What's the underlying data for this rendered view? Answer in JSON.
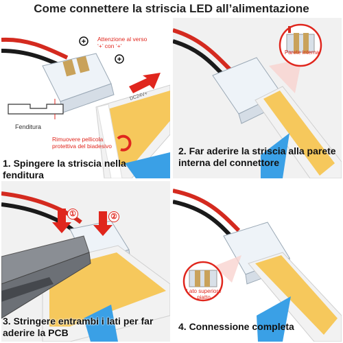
{
  "title": "Come connettere la striscia LED all’alimentazione",
  "step1": {
    "caption": "1. Spingere la striscia nella fenditura",
    "polarity_note": "Attenzione al verso\n‘+’ con ‘+’",
    "slot_label": "Fenditura",
    "remove_note": "Rimuovere pellicola\nprotettiva del biadesivo",
    "strip_print": "DC24V+"
  },
  "step2": {
    "caption": "2. Far aderire la striscia alla parete interna del connettore",
    "inset_label": "Parete interna"
  },
  "step3": {
    "caption": "3. Stringere entrambi i lati per far aderire la PCB",
    "marker_one": "①",
    "marker_two": "②"
  },
  "step4": {
    "caption": "4. Connessione completa",
    "inset_label": "Lato superiore\npiatto"
  },
  "colors": {
    "accent_red": "#e0261d",
    "led_yellow": "#f6c85c",
    "wire_red": "#d42a1f",
    "wire_black": "#1a1a1a",
    "tape_blue": "#3aa0e6"
  }
}
